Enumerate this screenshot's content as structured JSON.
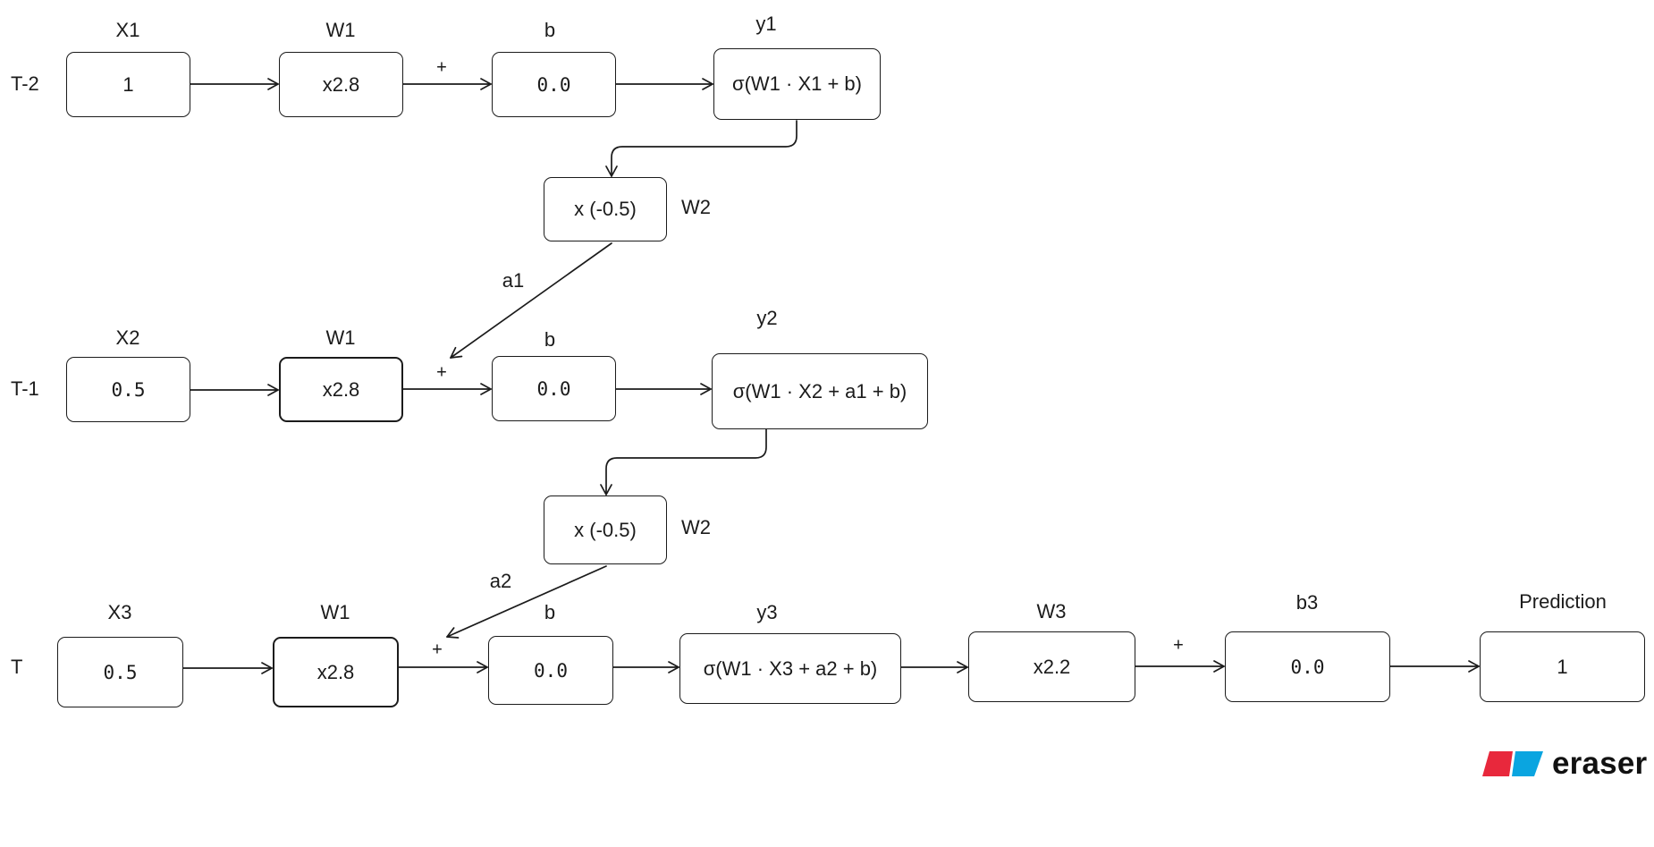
{
  "rows": [
    {
      "time_label": "T-2",
      "nodes": [
        {
          "label": "X1",
          "value": "1"
        },
        {
          "label": "W1",
          "value": "x2.8"
        },
        {
          "label": "b",
          "value": "0.0"
        },
        {
          "label": "y1",
          "value": "σ(W1 · X1 + b)"
        }
      ],
      "plus": "+"
    },
    {
      "time_label": "T-1",
      "nodes": [
        {
          "label": "X2",
          "value": "0.5"
        },
        {
          "label": "W1",
          "value": "x2.8"
        },
        {
          "label": "b",
          "value": "0.0"
        },
        {
          "label": "y2",
          "value": "σ(W1 · X2 + a1 + b)"
        }
      ],
      "plus": "+"
    },
    {
      "time_label": "T",
      "nodes": [
        {
          "label": "X3",
          "value": "0.5"
        },
        {
          "label": "W1",
          "value": "x2.8"
        },
        {
          "label": "b",
          "value": "0.0"
        },
        {
          "label": "y3",
          "value": "σ(W1 · X3 + a2 + b)"
        },
        {
          "label": "W3",
          "value": "x2.2"
        },
        {
          "label": "b3",
          "value": "0.0"
        },
        {
          "label": "Prediction",
          "value": "1"
        }
      ],
      "plus": "+",
      "plus_output": "+"
    }
  ],
  "recurrent": [
    {
      "label": "W2",
      "value": "x (-0.5)",
      "edge_label": "a1"
    },
    {
      "label": "W2",
      "value": "x (-0.5)",
      "edge_label": "a2"
    }
  ],
  "branding": {
    "name": "eraser",
    "colors": {
      "red": "#e8283c",
      "blue": "#0aa5e0"
    }
  }
}
